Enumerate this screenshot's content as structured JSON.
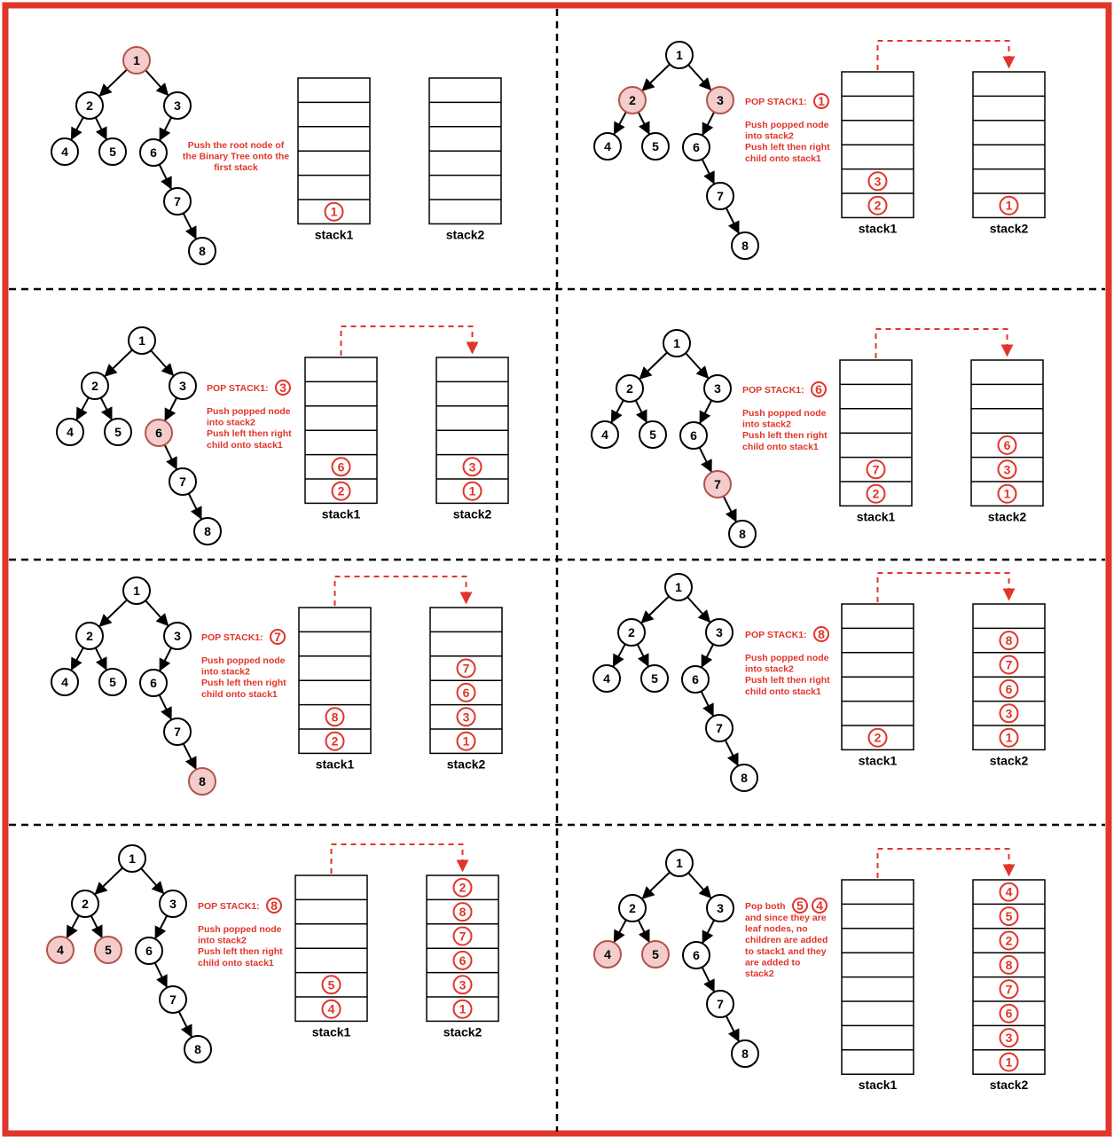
{
  "colors": {
    "border": "#e0352b",
    "accent": "#e0352b",
    "highlight_fill": "#f4cccc",
    "highlight_stroke": "#b5524c",
    "line": "#000000"
  },
  "labels": {
    "stack1": "stack1",
    "stack2": "stack2"
  },
  "tree": {
    "nodes": [
      "1",
      "2",
      "3",
      "4",
      "5",
      "6",
      "7",
      "8"
    ]
  },
  "steps": [
    {
      "highlight": [
        "1"
      ],
      "show_arrow": false,
      "pop_label": "",
      "popped": [],
      "description": [
        "Push the root node of",
        "the Binary Tree onto the",
        "first stack"
      ],
      "stack1": [
        "1"
      ],
      "stack2": []
    },
    {
      "highlight": [
        "2",
        "3"
      ],
      "show_arrow": true,
      "pop_label": "POP STACK1:",
      "popped": [
        "1"
      ],
      "description": [
        "Push popped node",
        "into stack2",
        "Push left then right",
        "child onto stack1"
      ],
      "stack1": [
        "2",
        "3"
      ],
      "stack2": [
        "1"
      ]
    },
    {
      "highlight": [
        "6"
      ],
      "show_arrow": true,
      "pop_label": "POP STACK1:",
      "popped": [
        "3"
      ],
      "description": [
        "Push popped node",
        "into stack2",
        "Push left then right",
        "child onto stack1"
      ],
      "stack1": [
        "2",
        "6"
      ],
      "stack2": [
        "1",
        "3"
      ]
    },
    {
      "highlight": [
        "7"
      ],
      "show_arrow": true,
      "pop_label": "POP STACK1:",
      "popped": [
        "6"
      ],
      "description": [
        "Push popped node",
        "into stack2",
        "Push left then right",
        "child onto stack1"
      ],
      "stack1": [
        "2",
        "7"
      ],
      "stack2": [
        "1",
        "3",
        "6"
      ]
    },
    {
      "highlight": [
        "8"
      ],
      "show_arrow": true,
      "pop_label": "POP STACK1:",
      "popped": [
        "7"
      ],
      "description": [
        "Push popped node",
        "into stack2",
        "Push left then right",
        "child onto stack1"
      ],
      "stack1": [
        "2",
        "8"
      ],
      "stack2": [
        "1",
        "3",
        "6",
        "7"
      ]
    },
    {
      "highlight": [],
      "show_arrow": true,
      "pop_label": "POP STACK1:",
      "popped": [
        "8"
      ],
      "description": [
        "Push popped node",
        "into stack2",
        "Push left then right",
        "child onto stack1"
      ],
      "stack1": [
        "2"
      ],
      "stack2": [
        "1",
        "3",
        "6",
        "7",
        "8"
      ]
    },
    {
      "highlight": [
        "4",
        "5"
      ],
      "show_arrow": true,
      "pop_label": "POP STACK1:",
      "popped": [
        "8"
      ],
      "description": [
        "Push popped node",
        "into stack2",
        "Push left then right",
        "child onto stack1"
      ],
      "stack1": [
        "4",
        "5"
      ],
      "stack2": [
        "1",
        "3",
        "6",
        "7",
        "8",
        "2"
      ]
    },
    {
      "highlight": [
        "4",
        "5"
      ],
      "show_arrow": true,
      "pop_label": "Pop both",
      "popped": [
        "5",
        "4"
      ],
      "description": [
        "and since they are",
        "leaf nodes, no",
        "children are added",
        "to stack1 and they",
        "are added to",
        "stack2"
      ],
      "stack1": [],
      "stack2": [
        "1",
        "3",
        "6",
        "7",
        "8",
        "2",
        "5",
        "4"
      ]
    }
  ]
}
